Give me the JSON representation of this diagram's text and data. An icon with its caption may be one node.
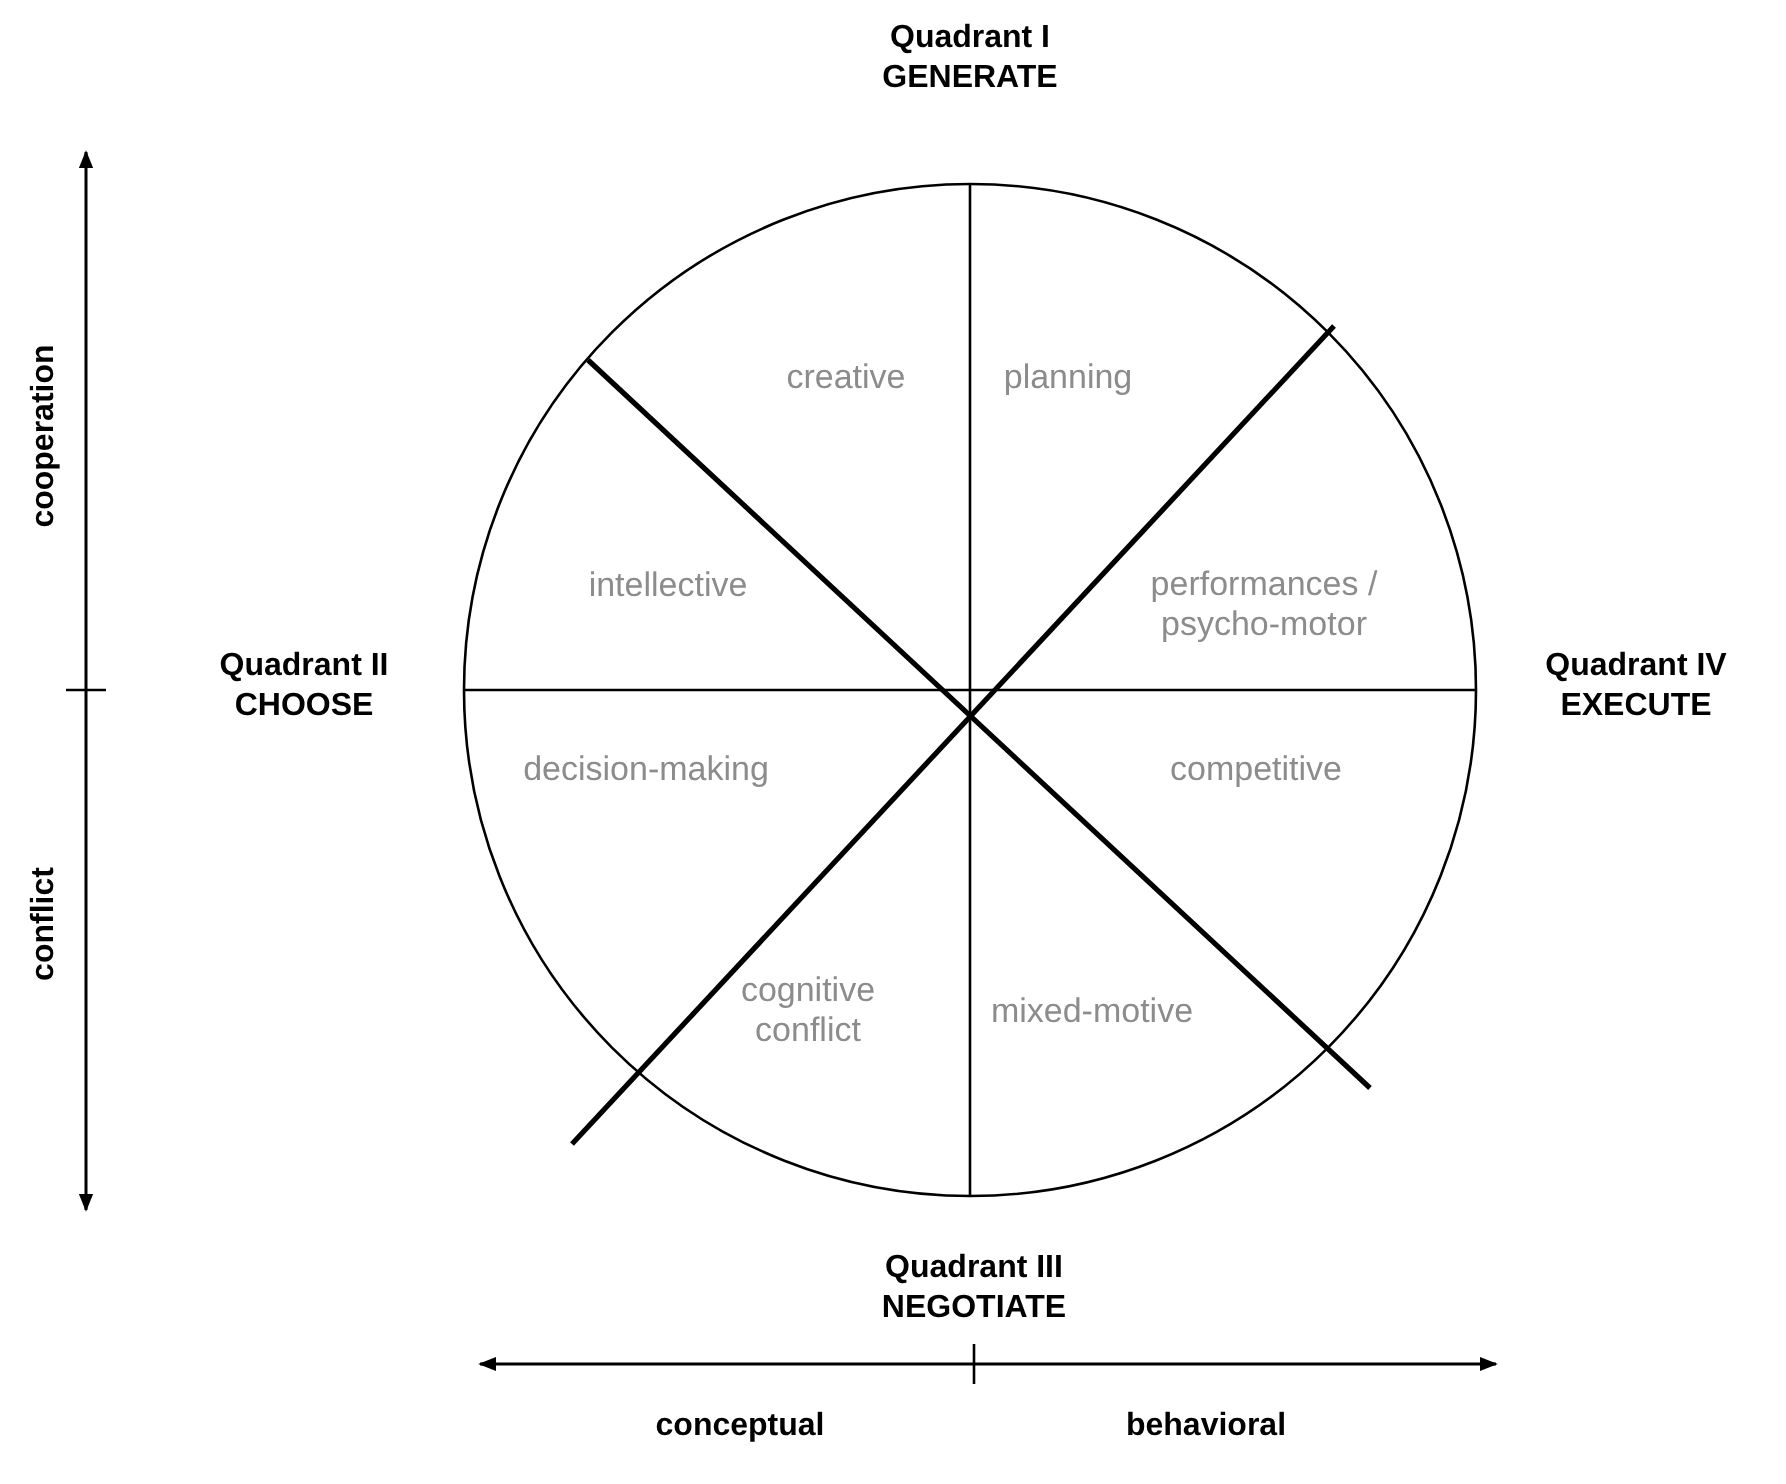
{
  "diagram": {
    "labels": [
      "Quadrant I",
      "GENERATE",
      "cooperation",
      "creative",
      "planning",
      "intellective",
      "performances / psycho-motor",
      "Quadrant II",
      "CHOOSE",
      "Quadrant IV",
      "EXECUTE",
      "decision-making",
      "competitive",
      "conflict",
      "cognitive conflict",
      "mixed-motive",
      "Quadrant III",
      "NEGOTIATE",
      "conceptual",
      "behavioral"
    ]
  }
}
